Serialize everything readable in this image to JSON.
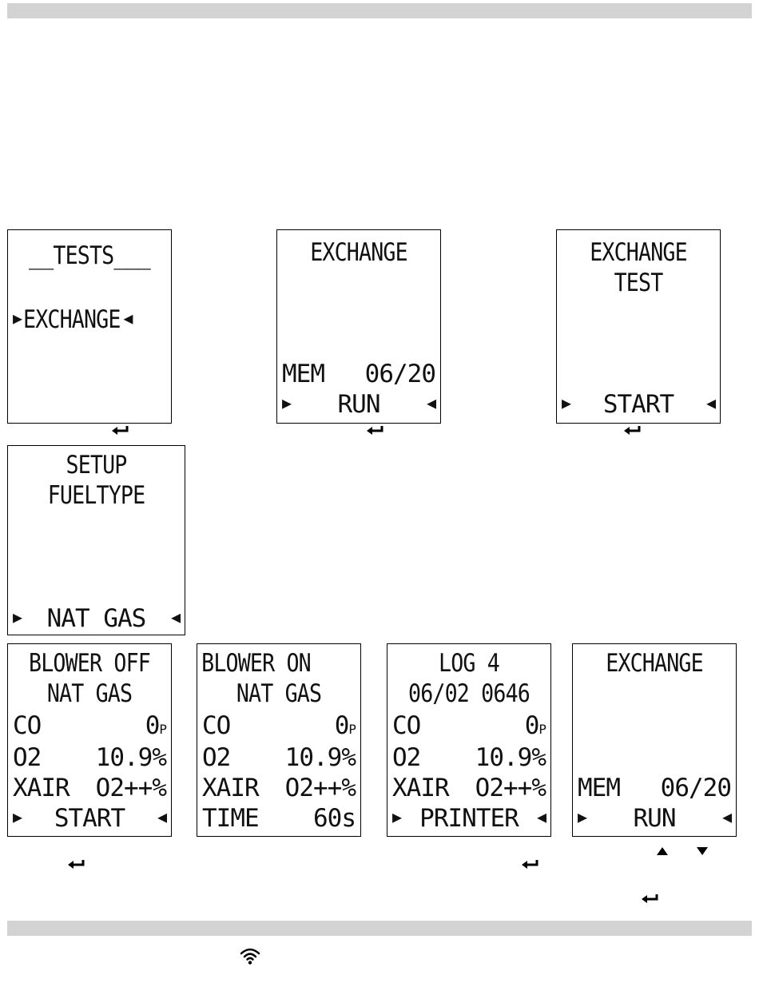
{
  "screens": {
    "s1": {
      "title": "__TESTS___",
      "item": "EXCHANGE"
    },
    "s2": {
      "title": "EXCHANGE",
      "mem_label": "MEM",
      "mem_value": "06/20",
      "action": "RUN"
    },
    "s3": {
      "title1": "EXCHANGE",
      "title2": "TEST",
      "action": "START"
    },
    "s4": {
      "title1": "SETUP",
      "title2": "FUELTYPE",
      "action": "NAT GAS"
    },
    "s5": {
      "line1": "BLOWER OFF",
      "line2": "NAT GAS",
      "co_label": "CO",
      "co_value": "0",
      "co_unit": "P",
      "o2_label": "O2",
      "o2_value": "10.9%",
      "xair_label": "XAIR",
      "xair_value": "O2++%",
      "action": "START"
    },
    "s6": {
      "line1": "BLOWER ON",
      "line2": "NAT GAS",
      "co_label": "CO",
      "co_value": "0",
      "co_unit": "P",
      "o2_label": "O2",
      "o2_value": "10.9%",
      "xair_label": "XAIR",
      "xair_value": "O2++%",
      "time_label": "TIME",
      "time_value": "60s"
    },
    "s7": {
      "line1": "LOG 4",
      "line2": "06/02 0646",
      "co_label": "CO",
      "co_value": "0",
      "co_unit": "P",
      "o2_label": "O2",
      "o2_value": "10.9%",
      "xair_label": "XAIR",
      "xair_value": "O2++%",
      "action": "PRINTER"
    },
    "s8": {
      "title": "EXCHANGE",
      "mem_label": "MEM",
      "mem_value": "06/20",
      "action": "RUN"
    }
  },
  "icons": {
    "enter": "enter-key-icon",
    "up": "up-arrow-icon",
    "down": "down-arrow-icon",
    "wireless": "wireless-icon",
    "selector_left": "selector-left-icon",
    "selector_right": "selector-right-icon"
  }
}
